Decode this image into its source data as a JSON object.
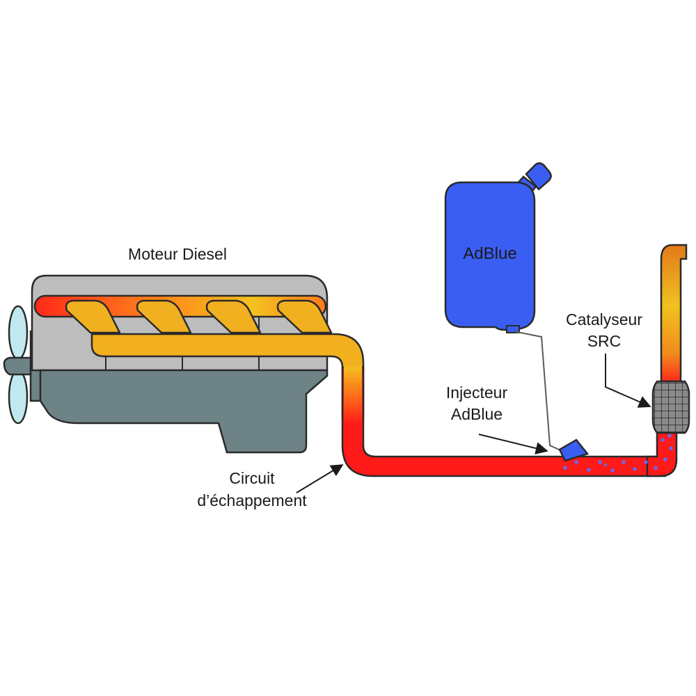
{
  "labels": {
    "engine": "Moteur Diesel",
    "tank": "AdBlue",
    "catalyst_line1": "Catalyseur",
    "catalyst_line2": "SRC",
    "injector_line1": "Injecteur",
    "injector_line2": "AdBlue",
    "exhaust_line1": "Circuit",
    "exhaust_line2": "d’échappement"
  },
  "colors": {
    "engine_block": "#bdbdbd",
    "engine_sump": "#6e8385",
    "hot_red": "#ff1a1a",
    "warm_orange": "#ff8a1a",
    "cool_yellow": "#f3c21f",
    "adblue_blue": "#3a5ef2",
    "fan": "#bfe9ee",
    "catalyst": "#888888",
    "outline": "#2a2a2a"
  }
}
